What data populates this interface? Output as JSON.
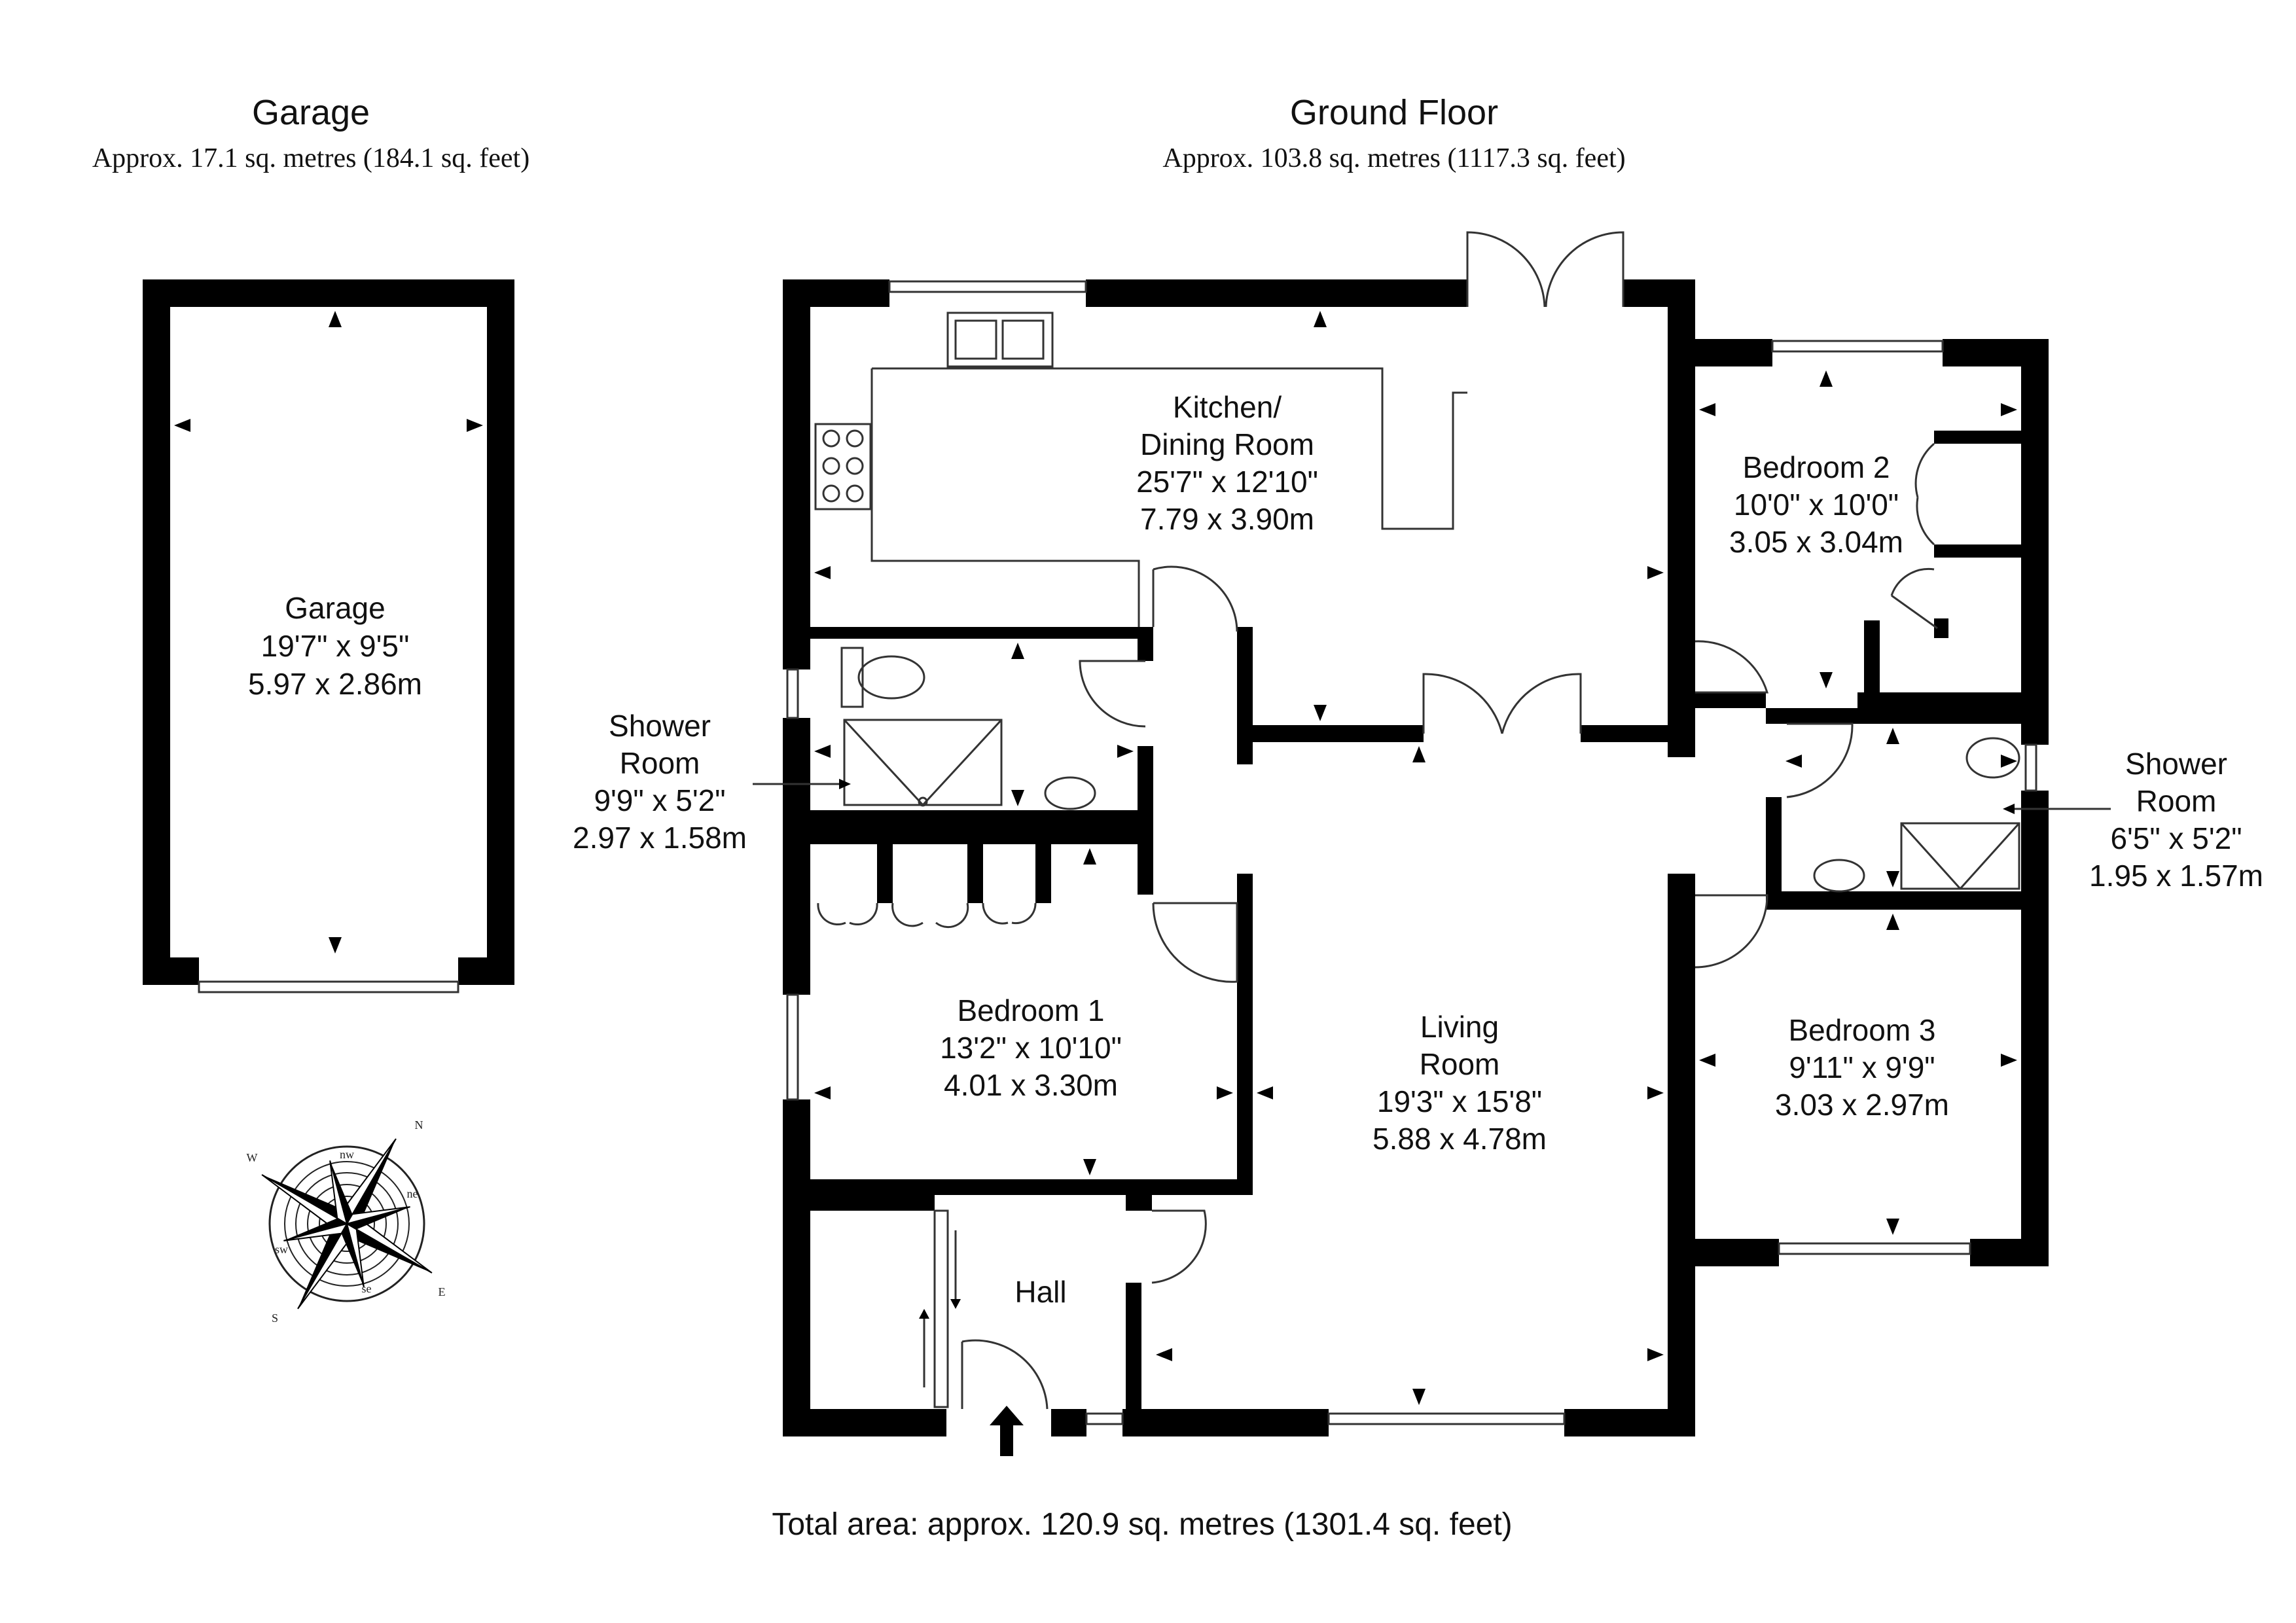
{
  "floors": {
    "garage": {
      "title": "Garage",
      "area": "Approx. 17.1 sq. metres (184.1 sq. feet)"
    },
    "ground": {
      "title": "Ground Floor",
      "area": "Approx. 103.8 sq. metres (1117.3 sq. feet)"
    }
  },
  "rooms": {
    "garage": {
      "name": "Garage",
      "imperial": "19'7\" x 9'5\"",
      "metric": "5.97 x 2.86m"
    },
    "kitchen": {
      "name_1": "Kitchen/",
      "name_2": "Dining Room",
      "imperial": "25'7\" x 12'10\"",
      "metric": "7.79 x 3.90m"
    },
    "shower1": {
      "name_1": "Shower",
      "name_2": "Room",
      "imperial": "9'9\" x 5'2\"",
      "metric": "2.97 x 1.58m"
    },
    "bedroom1": {
      "name": "Bedroom 1",
      "imperial": "13'2\" x 10'10\"",
      "metric": "4.01 x 3.30m"
    },
    "living": {
      "name_1": "Living",
      "name_2": "Room",
      "imperial": "19'3\" x 15'8\"",
      "metric": "5.88 x 4.78m"
    },
    "hall": {
      "name": "Hall"
    },
    "bedroom2": {
      "name": "Bedroom 2",
      "imperial": "10'0\" x 10'0\"",
      "metric": "3.05 x 3.04m"
    },
    "shower2": {
      "name_1": "Shower",
      "name_2": "Room",
      "imperial": "6'5\" x 5'2\"",
      "metric": "1.95 x 1.57m"
    },
    "bedroom3": {
      "name": "Bedroom 3",
      "imperial": "9'11\" x 9'9\"",
      "metric": "3.03 x 2.97m"
    }
  },
  "compass": {
    "n": "N",
    "e": "E",
    "s": "S",
    "w": "W",
    "ne": "ne",
    "nw": "nw",
    "se": "se",
    "sw": "sw"
  },
  "total_area": "Total area: approx. 120.9 sq. metres (1301.4 sq. feet)",
  "colors": {
    "wall": "#000000",
    "line": "#333333",
    "background": "#ffffff"
  }
}
